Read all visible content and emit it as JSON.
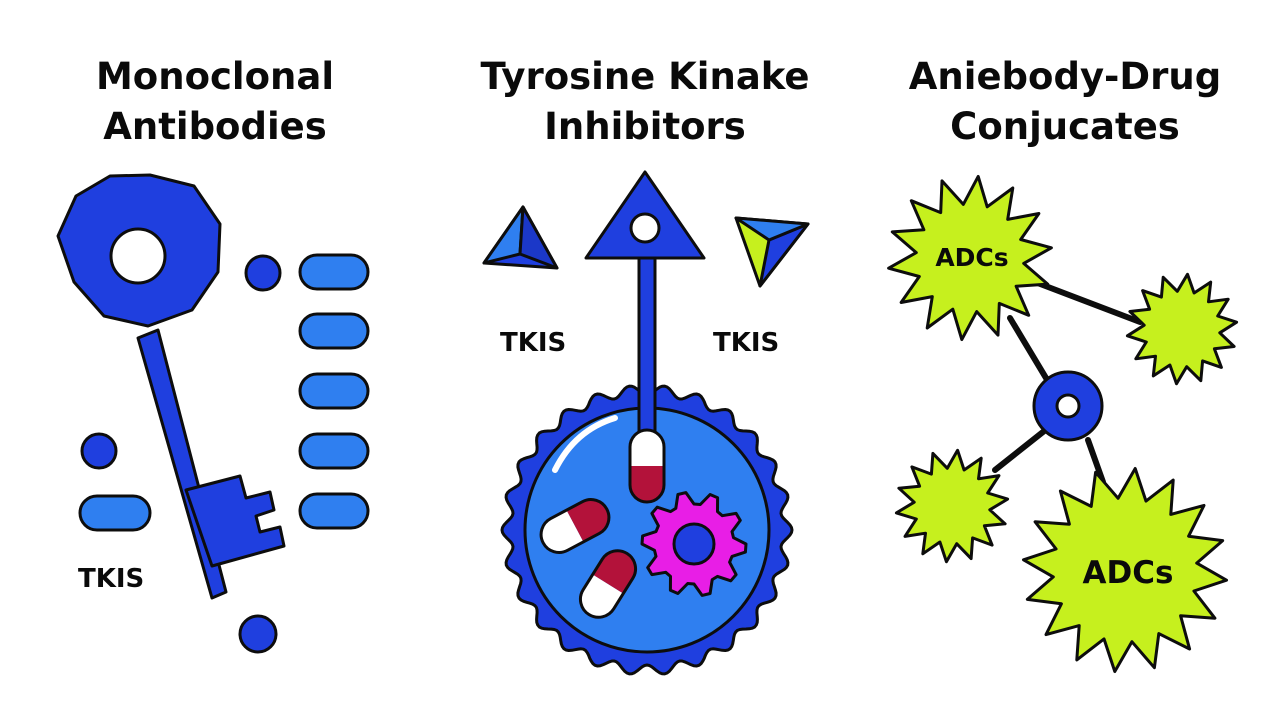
{
  "colors": {
    "blue": "#1f3fdf",
    "light_blue": "#2f7ff0",
    "lime": "#c6f01e",
    "crimson": "#b3123a",
    "magenta": "#e81ee6",
    "outline": "#0d0d0d"
  },
  "panels": [
    {
      "title_line1": "Monoclonal",
      "title_line2": "Antibodies",
      "labels": [
        "TKIS"
      ],
      "icons": [
        "key-icon",
        "dots-and-pills-pattern"
      ]
    },
    {
      "title_line1": "Tyrosine Kinake",
      "title_line2": "Inhibitors",
      "labels": [
        "TKIS",
        "TKIS"
      ],
      "icons": [
        "triangle-pin-icon",
        "pyramid-icon",
        "cell-icon",
        "capsule-icon",
        "gear-icon"
      ]
    },
    {
      "title_line1": "Aniebody-Drug",
      "title_line2": "Conjucates",
      "labels": [
        "ADCs",
        "ADCs"
      ],
      "icons": [
        "starburst-icon",
        "hub-node-icon"
      ]
    }
  ]
}
